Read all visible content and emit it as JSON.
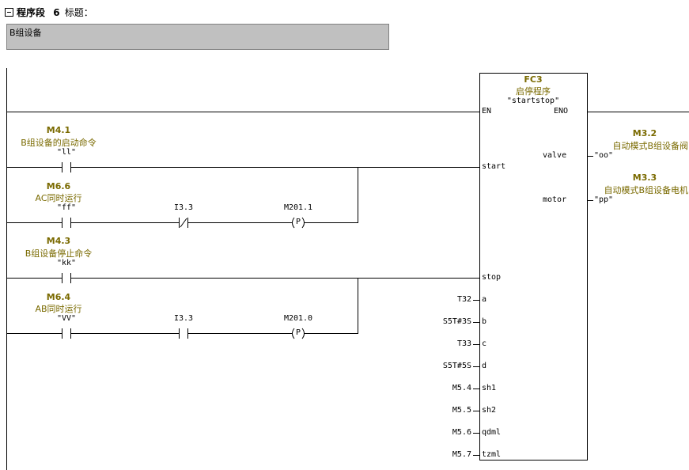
{
  "network": {
    "label": "程序段",
    "number": "6",
    "title_label": "标题：",
    "comment": "B组设备"
  },
  "contacts": [
    {
      "addr": "M4.1",
      "comment": "B组设备的启动命令",
      "symbol": "\"ll\""
    },
    {
      "addr": "M6.6",
      "comment": "AC同时运行",
      "symbol": "\"ff\""
    },
    {
      "addr": "M4.3",
      "comment": "B组设备停止命令",
      "symbol": "\"kk\""
    },
    {
      "addr": "M6.4",
      "comment": "AB同时运行",
      "symbol": "\"VV\""
    }
  ],
  "contact_i1": {
    "operand": "I3.3",
    "type": "NC"
  },
  "contact_i2": {
    "operand": "I3.3",
    "type": "NO"
  },
  "coil1": {
    "operand": "M201.1",
    "symbol": "P"
  },
  "coil2": {
    "operand": "M201.0",
    "symbol": "P"
  },
  "block": {
    "name": "FC3",
    "desc": "启停程序",
    "symbol": "\"startstop\"",
    "en": "EN",
    "eno": "ENO",
    "inputs": [
      {
        "pin": "start",
        "value": ""
      },
      {
        "pin": "stop",
        "value": ""
      },
      {
        "pin": "a",
        "value": "T32"
      },
      {
        "pin": "b",
        "value": "S5T#3S"
      },
      {
        "pin": "c",
        "value": "T33"
      },
      {
        "pin": "d",
        "value": "S5T#5S"
      },
      {
        "pin": "sh1",
        "value": "M5.4"
      },
      {
        "pin": "sh2",
        "value": "M5.5"
      },
      {
        "pin": "qdml",
        "value": "M5.6"
      },
      {
        "pin": "tzml",
        "value": "M5.7"
      }
    ],
    "outputs": [
      {
        "pin": "valve",
        "addr": "M3.2",
        "comment": "自动模式B组设备阀",
        "symbol": "\"oo\""
      },
      {
        "pin": "motor",
        "addr": "M3.3",
        "comment": "自动模式B组设备电机",
        "symbol": "\"pp\""
      }
    ]
  },
  "colors": {
    "comment_color": "#7a6a00",
    "box_gray": "#c0c0c0"
  }
}
